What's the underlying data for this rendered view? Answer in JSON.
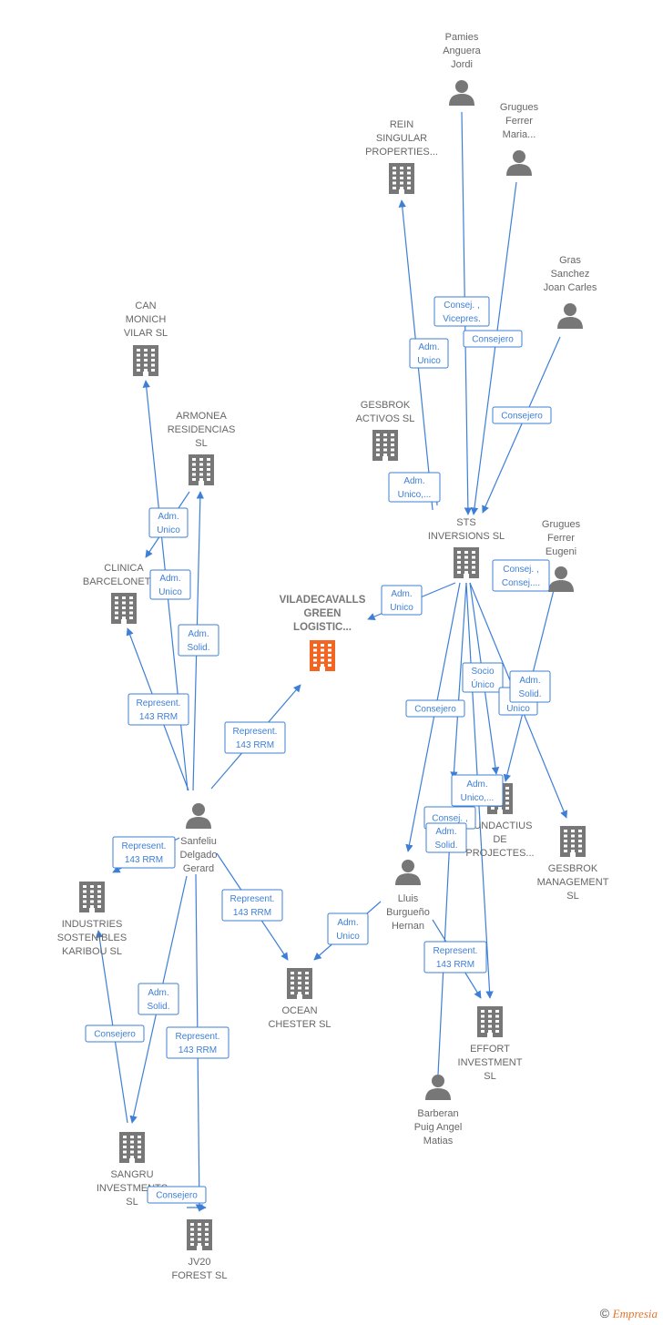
{
  "colors": {
    "edge": "#3d7fd6",
    "node": "#777777",
    "main_node": "#f26522"
  },
  "footer": {
    "copyright": "©",
    "brand": "Empresia"
  },
  "nodes": [
    {
      "id": "pamies",
      "kind": "person",
      "lines": [
        "Pamies",
        "Anguera",
        "Jordi"
      ]
    },
    {
      "id": "grugues_maria",
      "kind": "person",
      "lines": [
        "Grugues",
        "Ferrer",
        "Maria..."
      ]
    },
    {
      "id": "rein",
      "kind": "company",
      "lines": [
        "REIN",
        "SINGULAR",
        "PROPERTIES..."
      ]
    },
    {
      "id": "gras",
      "kind": "person",
      "lines": [
        "Gras",
        "Sanchez",
        "Joan Carles"
      ]
    },
    {
      "id": "can_monich",
      "kind": "company",
      "lines": [
        "CAN",
        "MONICH",
        "VILAR SL"
      ]
    },
    {
      "id": "armonea",
      "kind": "company",
      "lines": [
        "ARMONEA",
        "RESIDENCIAS",
        "SL"
      ]
    },
    {
      "id": "gesbrok_activos",
      "kind": "company",
      "lines": [
        "GESBROK",
        "ACTIVOS SL"
      ]
    },
    {
      "id": "sts",
      "kind": "company",
      "lines": [
        "STS",
        "INVERSIONS SL"
      ]
    },
    {
      "id": "grugues_eugeni",
      "kind": "person",
      "lines": [
        "Grugues",
        "Ferrer",
        "Eugeni"
      ]
    },
    {
      "id": "clinica",
      "kind": "company",
      "lines": [
        "CLINICA",
        "BARCELONETA..."
      ]
    },
    {
      "id": "viladecavalls",
      "kind": "main",
      "lines": [
        "VILADECAVALLS",
        "GREEN",
        "LOGISTIC..."
      ]
    },
    {
      "id": "sanfeliu",
      "kind": "person",
      "lines": [
        "Sanfeliu",
        "Delgado",
        "Gerard"
      ]
    },
    {
      "id": "fundactius",
      "kind": "company",
      "lines": [
        "FUNDACTIUS",
        "DE",
        "PROJECTES..."
      ]
    },
    {
      "id": "gesbrok_mgmt",
      "kind": "company",
      "lines": [
        "GESBROK",
        "MANAGEMENT",
        "SL"
      ]
    },
    {
      "id": "industries",
      "kind": "company",
      "lines": [
        "INDUSTRIES",
        "SOSTENIBLES",
        "KARIBOU SL"
      ]
    },
    {
      "id": "lluis",
      "kind": "person",
      "lines": [
        "Lluis",
        "Burgueño",
        "Hernan"
      ]
    },
    {
      "id": "ocean",
      "kind": "company",
      "lines": [
        "OCEAN",
        "CHESTER SL"
      ]
    },
    {
      "id": "effort",
      "kind": "company",
      "lines": [
        "EFFORT",
        "INVESTMENT",
        "SL"
      ]
    },
    {
      "id": "barberan",
      "kind": "person",
      "lines": [
        "Barberan",
        "Puig Angel",
        "Matias"
      ]
    },
    {
      "id": "sangru",
      "kind": "company",
      "lines": [
        "SANGRU",
        "INVESTMENTS",
        "SL"
      ]
    },
    {
      "id": "jv20",
      "kind": "company",
      "lines": [
        "JV20",
        "FOREST SL"
      ]
    }
  ],
  "edge_labels": [
    {
      "id": "l_consej_vicepres",
      "lines": [
        "Consej. ,",
        "Vicepres."
      ]
    },
    {
      "id": "l_adm_unico_rein",
      "lines": [
        "Adm.",
        "Unico"
      ]
    },
    {
      "id": "l_consejero_maria",
      "lines": [
        "Consejero"
      ]
    },
    {
      "id": "l_consejero_gras",
      "lines": [
        "Consejero"
      ]
    },
    {
      "id": "l_adm_unico_gesbrok",
      "lines": [
        "Adm.",
        "Unico,..."
      ]
    },
    {
      "id": "l_consej_eugeni",
      "lines": [
        "Consej. ,",
        "Consej...."
      ]
    },
    {
      "id": "l_adm_unico_armonea",
      "lines": [
        "Adm.",
        "Unico"
      ]
    },
    {
      "id": "l_adm_unico_clinica",
      "lines": [
        "Adm.",
        "Unico"
      ]
    },
    {
      "id": "l_adm_unico_vila",
      "lines": [
        "Adm.",
        "Unico"
      ]
    },
    {
      "id": "l_adm_solid_armonea",
      "lines": [
        "Adm.",
        "Solid."
      ]
    },
    {
      "id": "l_represent_clinica",
      "lines": [
        "Represent.",
        "143 RRM"
      ]
    },
    {
      "id": "l_represent_vila",
      "lines": [
        "Represent.",
        "143 RRM"
      ]
    },
    {
      "id": "l_socio_unico",
      "lines": [
        "Socio",
        "Único"
      ]
    },
    {
      "id": "l_s_unico",
      "lines": [
        "S",
        "Unico"
      ]
    },
    {
      "id": "l_adm_solid_mgmt",
      "lines": [
        "Adm.",
        "Solid."
      ]
    },
    {
      "id": "l_consejero_lluis",
      "lines": [
        "Consejero"
      ]
    },
    {
      "id": "l_adm_unico_fund",
      "lines": [
        "Adm.",
        "Unico,..."
      ]
    },
    {
      "id": "l_consej_fund",
      "lines": [
        "Consej. ,"
      ]
    },
    {
      "id": "l_adm_solid_fund",
      "lines": [
        "Adm.",
        "Solid."
      ]
    },
    {
      "id": "l_represent_industries",
      "lines": [
        "Represent.",
        "143 RRM"
      ]
    },
    {
      "id": "l_represent_ocean",
      "lines": [
        "Represent.",
        "143 RRM"
      ]
    },
    {
      "id": "l_adm_unico_ocean",
      "lines": [
        "Adm.",
        "Unico"
      ]
    },
    {
      "id": "l_represent_effort",
      "lines": [
        "Represent.",
        "143 RRM"
      ]
    },
    {
      "id": "l_adm_solid_sangru",
      "lines": [
        "Adm.",
        "Solid."
      ]
    },
    {
      "id": "l_consejero_industries",
      "lines": [
        "Consejero"
      ]
    },
    {
      "id": "l_represent_jv20",
      "lines": [
        "Represent.",
        "143 RRM"
      ]
    },
    {
      "id": "l_consejero_jv20",
      "lines": [
        "Consejero"
      ]
    }
  ]
}
